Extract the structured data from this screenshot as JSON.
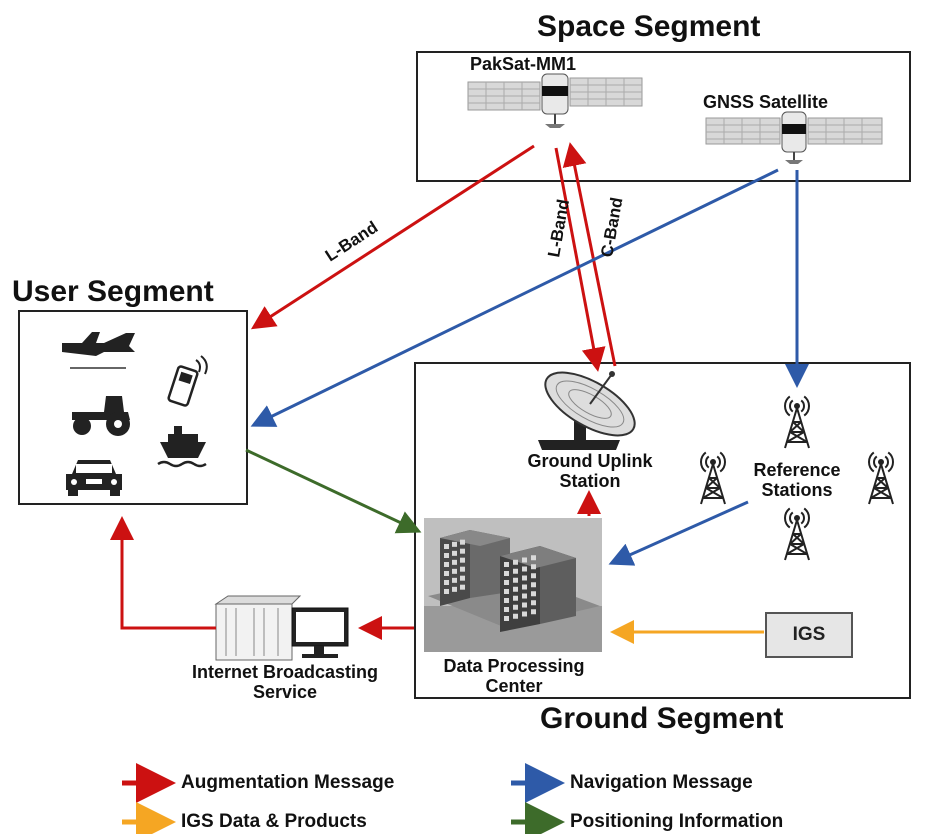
{
  "segments": {
    "space": "Space  Segment",
    "user": "User Segment",
    "ground": "Ground  Segment"
  },
  "nodes": {
    "pakSat": "PakSat-MM1",
    "gnss": "GNSS Satellite",
    "groundUplink": [
      "Ground Uplink",
      "Station"
    ],
    "referenceStations": [
      "Reference",
      "Stations"
    ],
    "igs": "IGS",
    "dataProcessing": [
      "Data Processing",
      "Center"
    ],
    "internet": [
      "Internet Broadcasting",
      "Service"
    ]
  },
  "links": {
    "lband_user": "L-Band",
    "lband_ground": "L-Band",
    "cband_ground": "C-Band"
  },
  "legend": [
    {
      "label": "Augmentation Message",
      "color": "#cc1111"
    },
    {
      "label": "Navigation Message",
      "color": "#2e5aa8"
    },
    {
      "label": "IGS Data & Products",
      "color": "#f5a623"
    },
    {
      "label": "Positioning Information",
      "color": "#3d6b2a"
    }
  ],
  "colors": {
    "augmentation": "#cc1111",
    "navigation": "#2e5aa8",
    "igs": "#f5a623",
    "positioning": "#3d6b2a"
  },
  "icons": [
    "airplane-icon",
    "mobile-phone-icon",
    "tractor-icon",
    "ship-icon",
    "car-icon",
    "satellite-icon",
    "satellite-dish-icon",
    "radio-tower-icon",
    "building-icon",
    "server-icon",
    "monitor-icon"
  ]
}
